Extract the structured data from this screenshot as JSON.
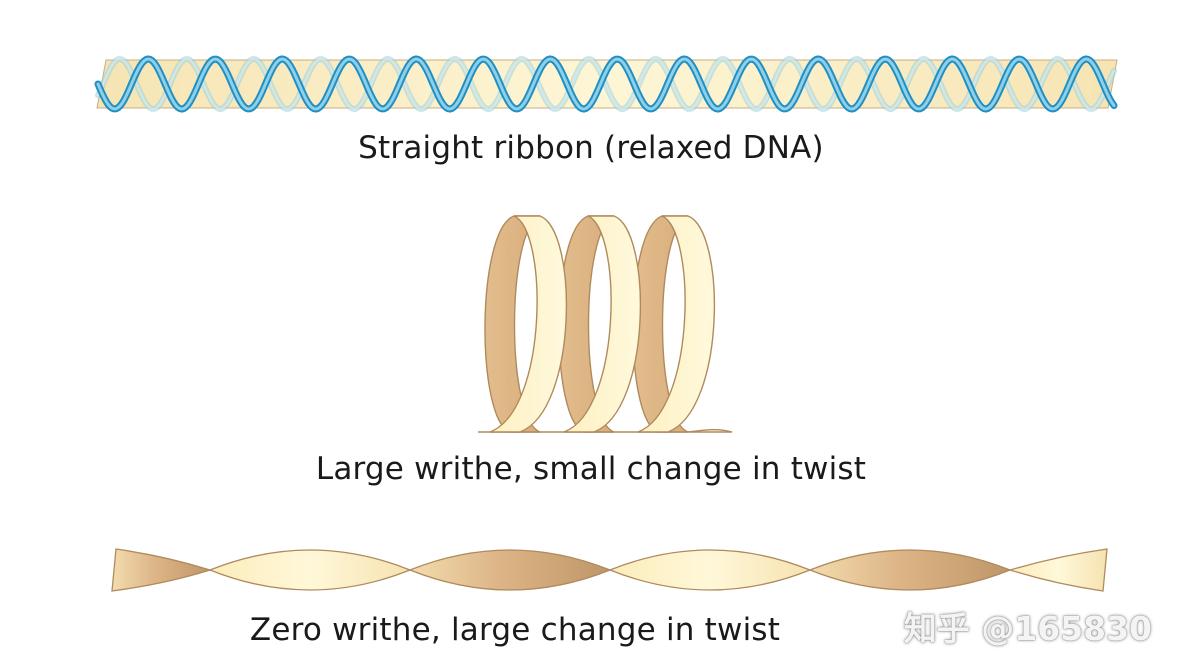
{
  "captions": {
    "straight": "Straight ribbon (relaxed DNA)",
    "writhe": "Large writhe, small change in twist",
    "twist": "Zero writhe, large change in twist"
  },
  "watermark": "知乎 @165830",
  "colors": {
    "ribbon_light": "#fdf4c9",
    "ribbon_dark": "#dcb387",
    "ribbon_edge": "#b08a5c",
    "helix_blue": "#1f8fc4",
    "helix_blue_light": "#8fd0e8"
  }
}
